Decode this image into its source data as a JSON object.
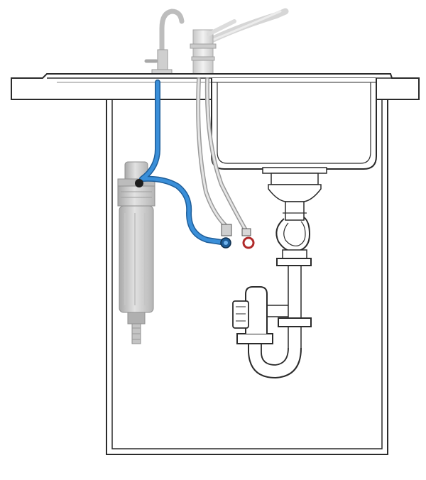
{
  "colors": {
    "outline": "#2b2b2b",
    "line_light": "#8a8a8a",
    "faucet_grey": "#bdbdbd",
    "faucet_light": "#d9d9d9",
    "filter_body": "#cfcfcf",
    "filter_dark": "#9b9b9b",
    "cold_hose": "#3a8fd9",
    "cold_hose_edge": "#1f5e99",
    "hot_valve": "#b02a2a",
    "background": "#ffffff"
  },
  "components": [
    "filter-faucet",
    "mixer-faucet",
    "countertop",
    "sink-basin",
    "cabinet",
    "water-filter",
    "cold-water-hose",
    "mixer-supply-hoses",
    "cold-angle-valve",
    "hot-angle-valve",
    "drain-strainer",
    "p-trap",
    "overflow-standpipe"
  ]
}
